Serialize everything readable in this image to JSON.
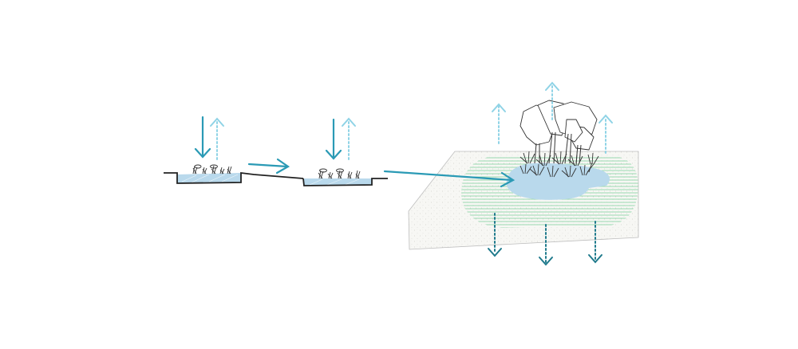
{
  "diagram": {
    "stages": [
      "small-swale",
      "second-swale",
      "infiltration-basin"
    ],
    "flows": [
      "rainfall",
      "evapotranspiration",
      "surface-runoff",
      "groundwater-infiltration"
    ]
  },
  "colors": {
    "background": "#ffffff",
    "ground_line": "#222222",
    "rain_arrow": "#2a9ab5",
    "runoff_arrow": "#2a9ab5",
    "evap_arrow": "#8fd3e6",
    "infiltration_arrow": "#1f7a8c",
    "water_fill": "#b9d9ec",
    "water_zone_lines": "#8fd6a8",
    "soil_fill": "#f6f6f3",
    "soil_edge": "#bdbdbd",
    "vegetation_stroke": "#333333"
  },
  "icons": {
    "rain": "arrow-down-icon",
    "evaporation": "arrow-up-dotted-icon",
    "flow": "arrow-right-icon",
    "infiltration": "arrow-down-dotted-icon",
    "plants": "grass-icon",
    "trees": "tree-canopy-icon"
  }
}
